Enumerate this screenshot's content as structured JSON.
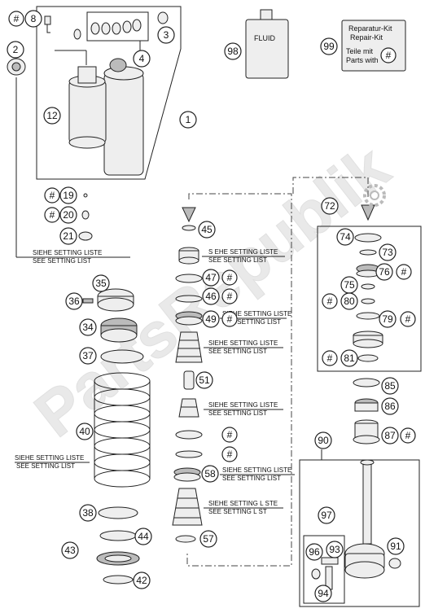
{
  "watermark": "PartsRepublik",
  "labels": {
    "fluid": "FLUID",
    "repair_kit": [
      "Reparatur-Kit",
      "Repair-Kit"
    ],
    "parts_with": [
      "Teile mit",
      "Parts with"
    ],
    "siehe_setting_liste": "SIEHE SETTING LISTE",
    "see_setting_list": "SEE SETTING LIST",
    "s_ehe_setting_liste": "S EHE SETTING LISTE",
    "see_setting_l_st": "SEE SETTING L ST",
    "siehe_setting_l_ste": "SIEHE SETTING L STE",
    "hash": "#"
  },
  "callouts": [
    "1",
    "2",
    "3",
    "4",
    "8",
    "12",
    "19",
    "20",
    "21",
    "34",
    "35",
    "36",
    "37",
    "38",
    "40",
    "42",
    "43",
    "44",
    "45",
    "46",
    "47",
    "49",
    "51",
    "57",
    "58",
    "72",
    "73",
    "74",
    "75",
    "76",
    "79",
    "80",
    "81",
    "85",
    "86",
    "87",
    "90",
    "91",
    "93",
    "94",
    "96",
    "97",
    "98",
    "99"
  ]
}
